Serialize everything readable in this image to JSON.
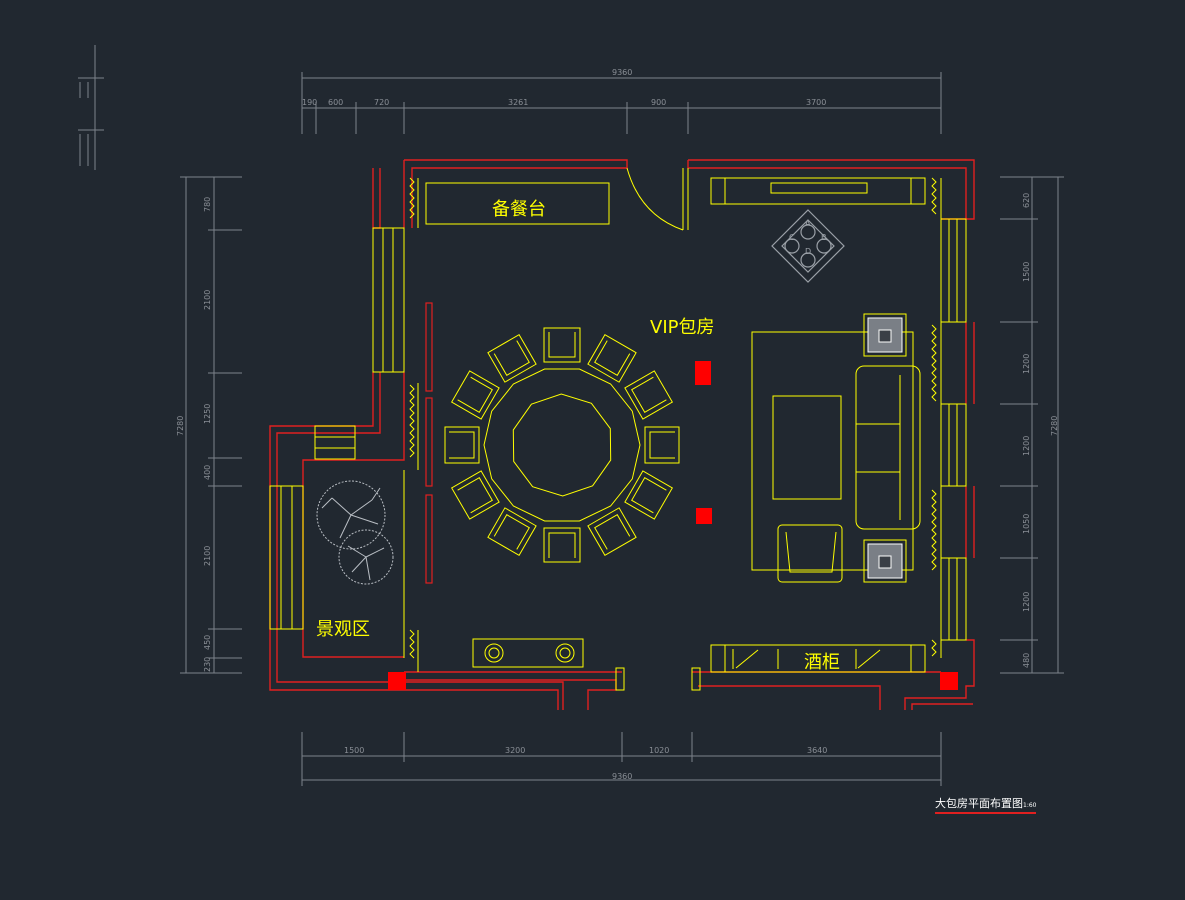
{
  "labels": {
    "buffet_station": "备餐台",
    "vip_room": "VIP包房",
    "landscape_area": "景观区",
    "wine_cabinet": "酒柜"
  },
  "dimensions": {
    "top_total": "9360",
    "top_segments": [
      "190",
      "600",
      "720",
      "3261",
      "900",
      "3700"
    ],
    "bottom_total": "9360",
    "bottom_segments": [
      "1500",
      "3200",
      "1020",
      "3640"
    ],
    "left_total": "7280",
    "left_segments": [
      "780",
      "2100",
      "1250",
      "400",
      "2100",
      "450",
      "230"
    ],
    "right_total": "7280",
    "right_segments": [
      "620",
      "1500",
      "1200",
      "1200",
      "1050",
      "1200",
      "480"
    ]
  },
  "compass_letters": [
    "A",
    "B",
    "C",
    "D"
  ],
  "caption": {
    "title": "大包房平面布置图",
    "scale": "1:60"
  },
  "colors": {
    "background": "#212830",
    "wall": "#e02020",
    "furniture": "#ffff00",
    "dimension": "#8a8f96",
    "column": "#ff0000"
  }
}
